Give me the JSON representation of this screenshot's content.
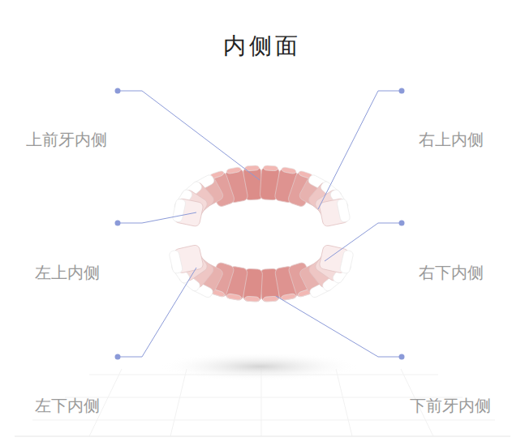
{
  "diagram": {
    "title": "内侧面",
    "labels": [
      "上前牙内侧",
      "右上内侧",
      "左上内侧",
      "右下内侧",
      "左下内侧",
      "下前牙内侧"
    ]
  }
}
